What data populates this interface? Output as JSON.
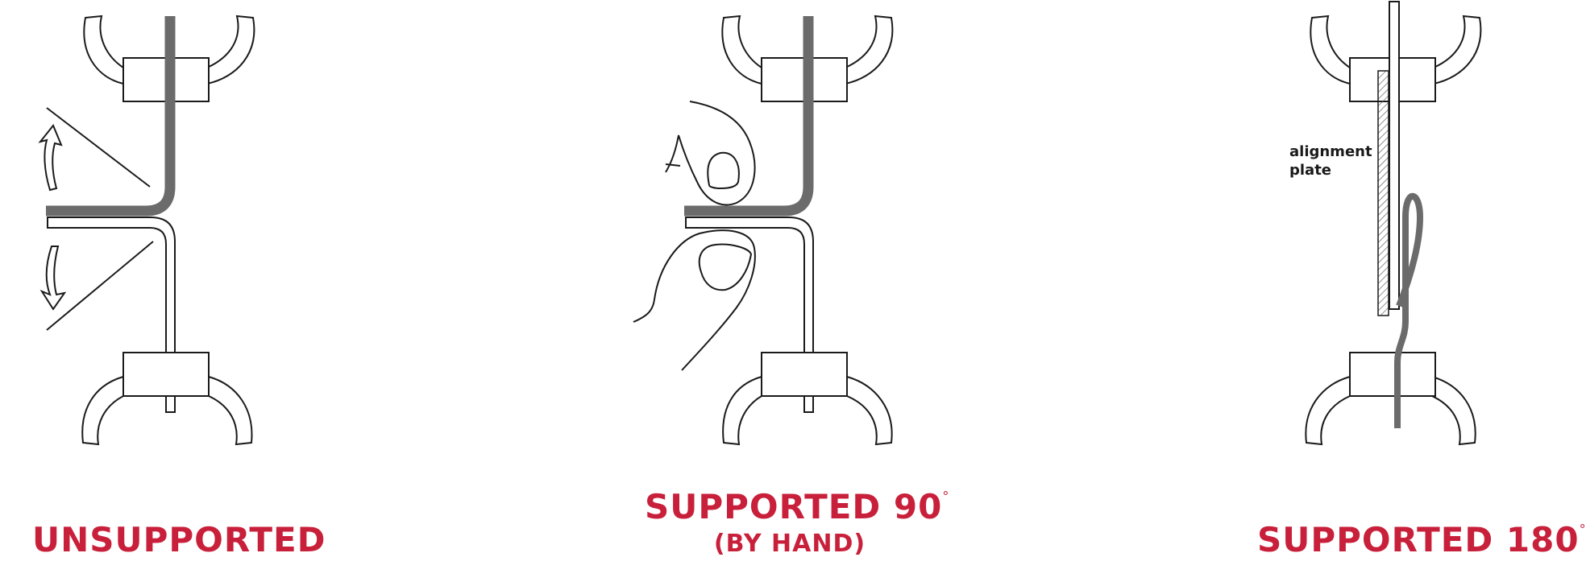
{
  "panels": [
    {
      "caption": "UNSUPPORTED"
    },
    {
      "caption": "SUPPORTED 90",
      "degree_mark": "°",
      "subcaption": "(BY HAND)"
    },
    {
      "caption": "SUPPORTED 180",
      "degree_mark": "°"
    }
  ],
  "labels": {
    "alignment_line1": "alignment",
    "alignment_line2": "plate"
  },
  "colors": {
    "caption": "#c8203b",
    "strip": "#6b6b6b",
    "outline": "#1a1a1a"
  }
}
